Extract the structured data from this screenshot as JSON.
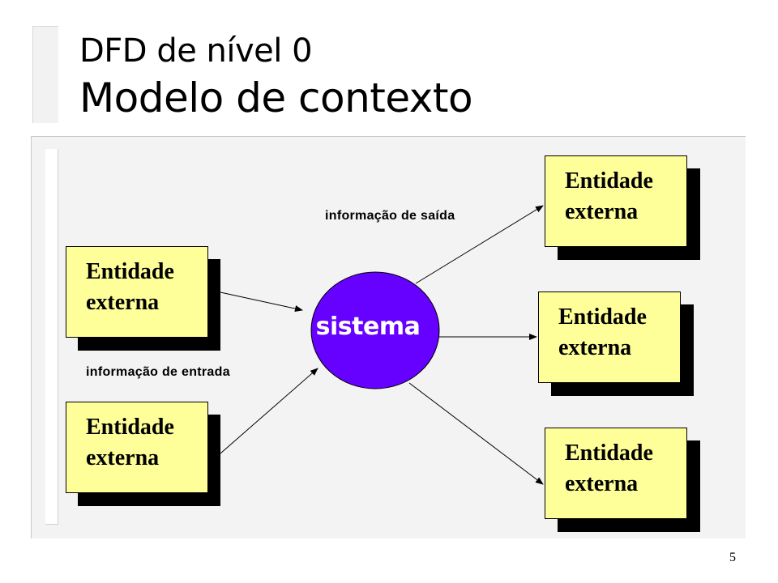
{
  "slide": {
    "title_line1": "DFD de nível 0",
    "title_line2": "Modelo de contexto",
    "page_number": "5"
  },
  "diagram": {
    "process": {
      "label": "sistema",
      "color": "#6600ff"
    },
    "entity_color": "#ffff99",
    "entities": [
      {
        "line1": "Entidade",
        "line2": "externa"
      },
      {
        "line1": "Entidade",
        "line2": "externa"
      },
      {
        "line1": "Entidade",
        "line2": "externa"
      },
      {
        "line1": "Entidade",
        "line2": "externa"
      },
      {
        "line1": "Entidade",
        "line2": "externa"
      }
    ],
    "flow_labels": {
      "output": "informação de saída",
      "input": "informação de entrada"
    }
  }
}
